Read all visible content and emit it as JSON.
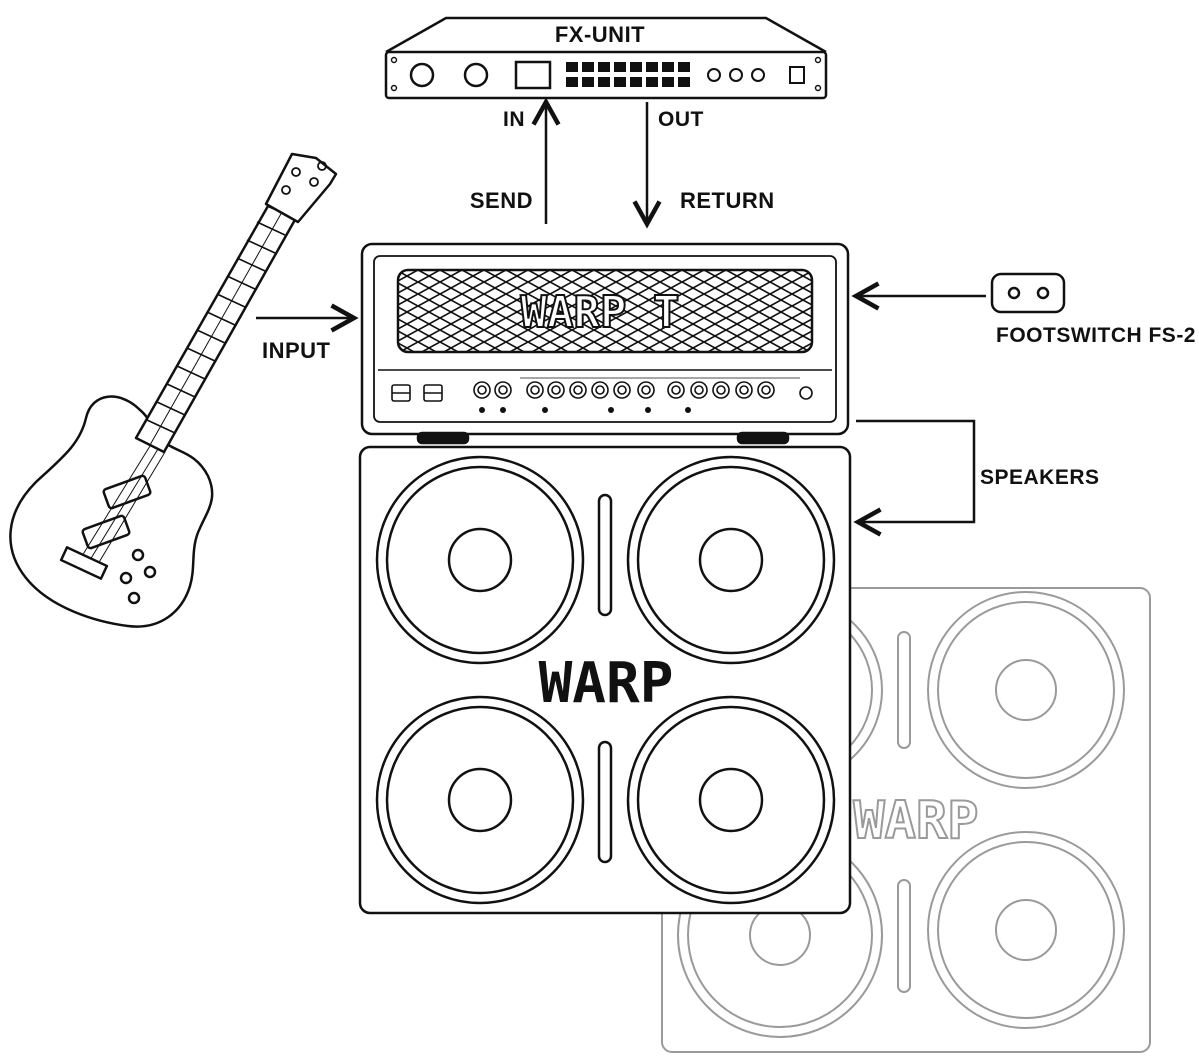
{
  "labels": {
    "fx_unit": "FX-UNIT",
    "in": "IN",
    "out": "OUT",
    "send": "SEND",
    "return": "RETURN",
    "input": "INPUT",
    "footswitch": "FOOTSWITCH FS-2",
    "speakers": "SPEAKERS"
  },
  "brand": {
    "amp_logo": "WARP T",
    "cab_logo": "WARP",
    "rear_cab_logo": "WARP"
  },
  "colors": {
    "line": "#111111",
    "faded_line": "#9a9a9a",
    "background": "#ffffff"
  }
}
